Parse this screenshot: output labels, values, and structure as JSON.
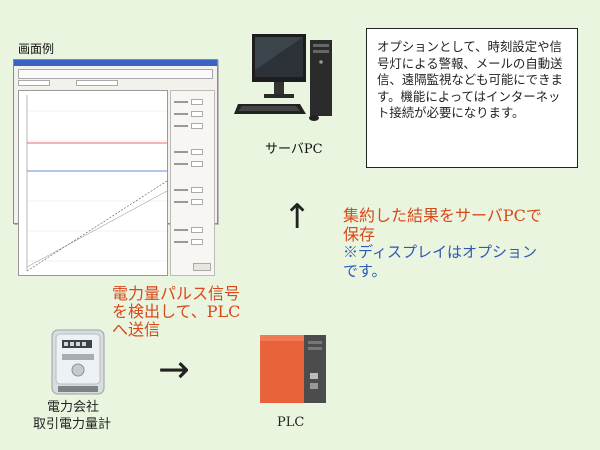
{
  "screen_example": {
    "label": "画面例"
  },
  "server": {
    "label": "サーバPC",
    "icon": "desktop-computer-icon"
  },
  "plc": {
    "label": "PLC",
    "icon": "plc-unit-icon"
  },
  "meter": {
    "label_line1": "電力会社",
    "label_line2": "取引電力量計",
    "icon": "electric-meter-icon"
  },
  "note": {
    "text": "オプションとして、時刻設定や信号灯による警報、メールの自動送信、遠隔監視なども可能にできます。機能によってはインターネット接続が必要になります。"
  },
  "collect": {
    "title_line1": "集約した結果をサーバPCで",
    "title_line2": "保存",
    "note_line1": "※ディスプレイはオプション",
    "note_line2": "です。"
  },
  "pulse": {
    "line1": "電力量パルス信号",
    "line2": "を検出して、PLC",
    "line3": "へ送信"
  },
  "arrows": {
    "up": "↑",
    "right": "→"
  },
  "colors": {
    "background": "#eaf5df",
    "accent_red": "#d8491a",
    "accent_blue": "#2d58b5",
    "plc_orange": "#e8633a"
  }
}
